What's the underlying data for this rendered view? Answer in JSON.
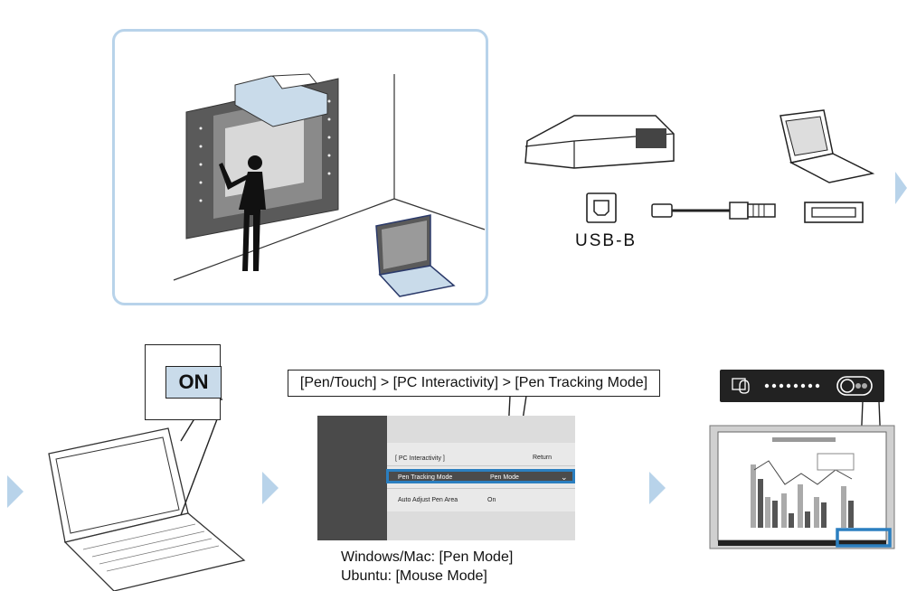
{
  "connection": {
    "port_label": "USB-B"
  },
  "laptop_callout": {
    "power_label": "ON"
  },
  "menu": {
    "path": "[Pen/Touch] > [PC Interactivity] > [Pen Tracking Mode]",
    "header": "[ PC Interactivity ]",
    "return_label": "Return",
    "rows": [
      {
        "label": "Pen Tracking Mode",
        "value": "Pen Mode"
      },
      {
        "label": "Auto Adjust Pen Area",
        "value": "On"
      }
    ],
    "modes_line1": "Windows/Mac:  [Pen Mode]",
    "modes_line2": "Ubuntu: [Mouse Mode]"
  },
  "colors": {
    "accent_blue": "#2b7fc0",
    "panel_border": "#b8d3ea",
    "badge_fill": "#c9dbea",
    "osd_dark": "#4a4a4a"
  },
  "icons": [
    "projector-icon",
    "laptop-icon",
    "usb-b-port-icon",
    "usb-cable-icon",
    "usb-a-port-icon",
    "mouse-icon",
    "toggle-icon",
    "arrow-right-icon"
  ]
}
